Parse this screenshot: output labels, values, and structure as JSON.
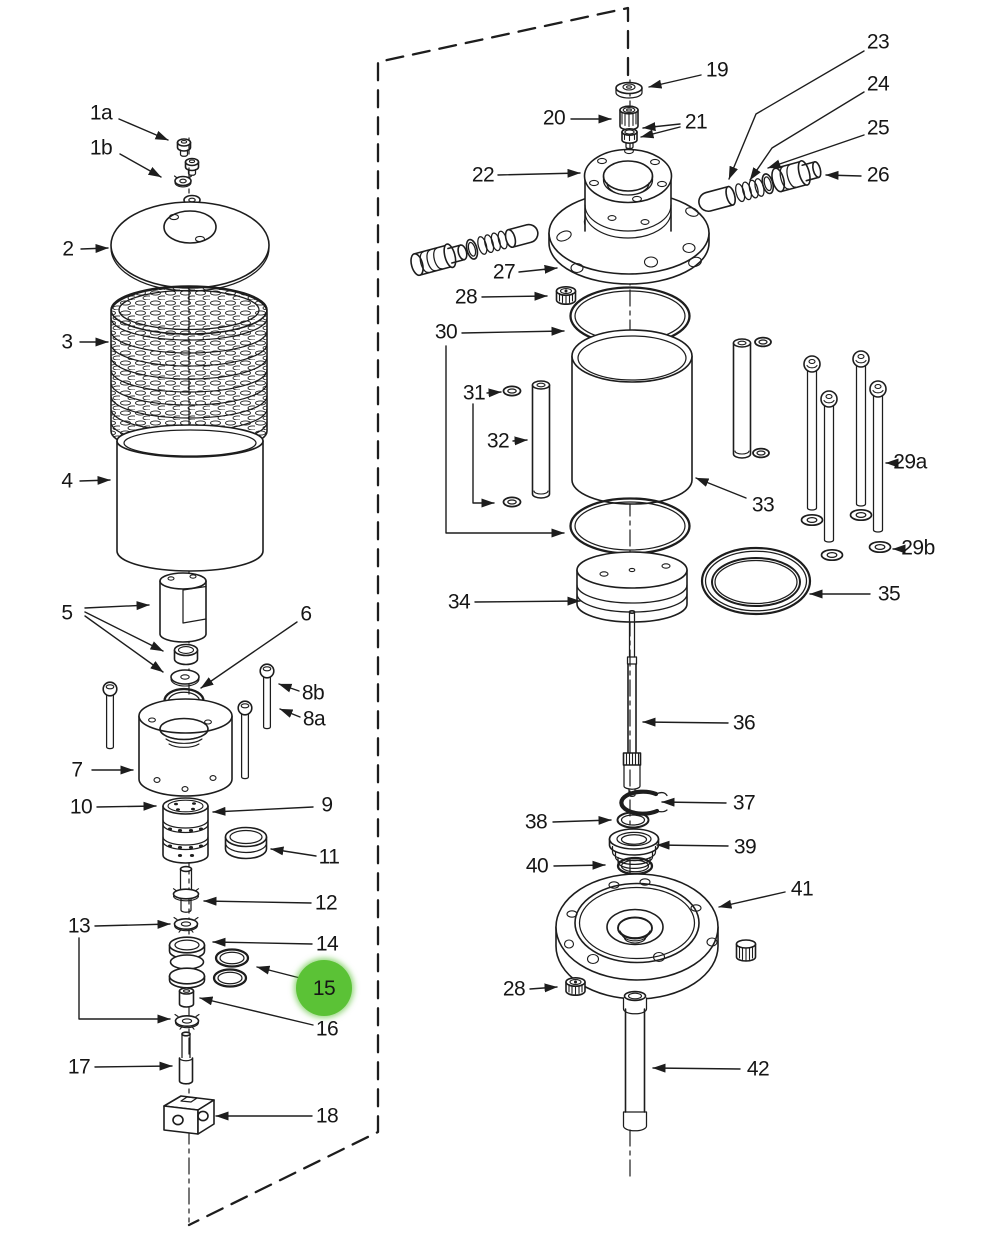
{
  "diagram": {
    "type": "exploded-parts-diagram",
    "background_color": "#ffffff",
    "line_color": "#1d1d1d",
    "highlight": {
      "part": "15",
      "color": "#5bc236"
    },
    "callouts": [
      {
        "id": "1a",
        "text": "1a"
      },
      {
        "id": "1b",
        "text": "1b"
      },
      {
        "id": "2",
        "text": "2"
      },
      {
        "id": "3",
        "text": "3"
      },
      {
        "id": "4",
        "text": "4"
      },
      {
        "id": "5",
        "text": "5"
      },
      {
        "id": "6",
        "text": "6"
      },
      {
        "id": "8b",
        "text": "8b"
      },
      {
        "id": "8a",
        "text": "8a"
      },
      {
        "id": "7",
        "text": "7"
      },
      {
        "id": "10",
        "text": "10"
      },
      {
        "id": "9",
        "text": "9"
      },
      {
        "id": "11",
        "text": "11"
      },
      {
        "id": "12",
        "text": "12"
      },
      {
        "id": "13",
        "text": "13"
      },
      {
        "id": "14",
        "text": "14"
      },
      {
        "id": "15",
        "text": "15",
        "highlighted": true
      },
      {
        "id": "16",
        "text": "16"
      },
      {
        "id": "17",
        "text": "17"
      },
      {
        "id": "18",
        "text": "18"
      },
      {
        "id": "19",
        "text": "19"
      },
      {
        "id": "20",
        "text": "20"
      },
      {
        "id": "21",
        "text": "21"
      },
      {
        "id": "22",
        "text": "22"
      },
      {
        "id": "23",
        "text": "23"
      },
      {
        "id": "24",
        "text": "24"
      },
      {
        "id": "25",
        "text": "25"
      },
      {
        "id": "26",
        "text": "26"
      },
      {
        "id": "27",
        "text": "27"
      },
      {
        "id": "28",
        "text": "28"
      },
      {
        "id": "30",
        "text": "30"
      },
      {
        "id": "31",
        "text": "31"
      },
      {
        "id": "32",
        "text": "32"
      },
      {
        "id": "33",
        "text": "33"
      },
      {
        "id": "29a",
        "text": "29a"
      },
      {
        "id": "29b",
        "text": "29b"
      },
      {
        "id": "35",
        "text": "35"
      },
      {
        "id": "34",
        "text": "34"
      },
      {
        "id": "36",
        "text": "36"
      },
      {
        "id": "37",
        "text": "37"
      },
      {
        "id": "38",
        "text": "38"
      },
      {
        "id": "39",
        "text": "39"
      },
      {
        "id": "40",
        "text": "40"
      },
      {
        "id": "41",
        "text": "41"
      },
      {
        "id": "28b",
        "text": "28"
      },
      {
        "id": "42",
        "text": "42"
      }
    ]
  }
}
